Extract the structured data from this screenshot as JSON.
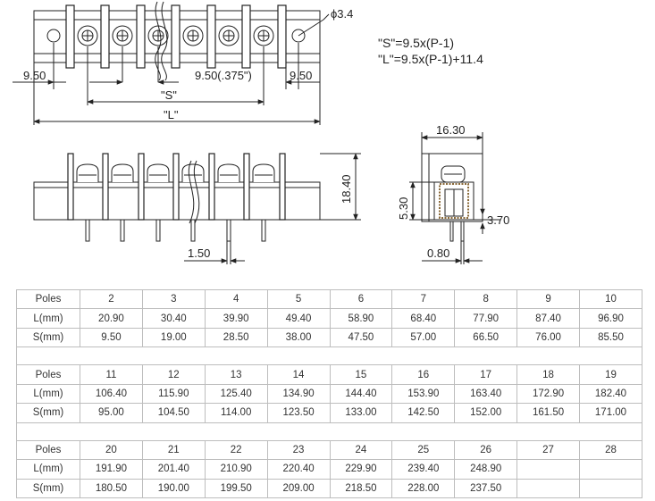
{
  "drawing": {
    "dim_diameter": "ϕ3.4",
    "dim_left_margin": "9.50",
    "dim_pitch": "9.50(.375\")",
    "dim_right_margin": "9.50",
    "dim_s": "\"S\"",
    "dim_l": "\"L\"",
    "dim_height": "18.40",
    "dim_pin_width": "1.50",
    "dim_side_width": "16.30",
    "dim_side_height": "5.30",
    "dim_side_offset": "3.70",
    "dim_side_pin": "0.80"
  },
  "formulas": {
    "s": "\"S\"=9.5x(P-1)",
    "l": "\"L\"=9.5x(P-1)+11.4"
  },
  "table": {
    "row_labels": {
      "poles": "Poles",
      "l": "L(mm)",
      "s": "S(mm)"
    },
    "blocks": [
      {
        "poles": [
          "2",
          "3",
          "4",
          "5",
          "6",
          "7",
          "8",
          "9",
          "10"
        ],
        "l": [
          "20.90",
          "30.40",
          "39.90",
          "49.40",
          "58.90",
          "68.40",
          "77.90",
          "87.40",
          "96.90"
        ],
        "s": [
          "9.50",
          "19.00",
          "28.50",
          "38.00",
          "47.50",
          "57.00",
          "66.50",
          "76.00",
          "85.50"
        ]
      },
      {
        "poles": [
          "11",
          "12",
          "13",
          "14",
          "15",
          "16",
          "17",
          "18",
          "19"
        ],
        "l": [
          "106.40",
          "115.90",
          "125.40",
          "134.90",
          "144.40",
          "153.90",
          "163.40",
          "172.90",
          "182.40"
        ],
        "s": [
          "95.00",
          "104.50",
          "114.00",
          "123.50",
          "133.00",
          "142.50",
          "152.00",
          "161.50",
          "171.00"
        ]
      },
      {
        "poles": [
          "20",
          "21",
          "22",
          "23",
          "24",
          "25",
          "26",
          "27",
          "28"
        ],
        "l": [
          "191.90",
          "201.40",
          "210.90",
          "220.40",
          "229.90",
          "239.40",
          "248.90",
          "",
          ""
        ],
        "s": [
          "180.50",
          "190.00",
          "199.50",
          "209.00",
          "218.50",
          "228.00",
          "237.50",
          "",
          ""
        ]
      }
    ]
  }
}
